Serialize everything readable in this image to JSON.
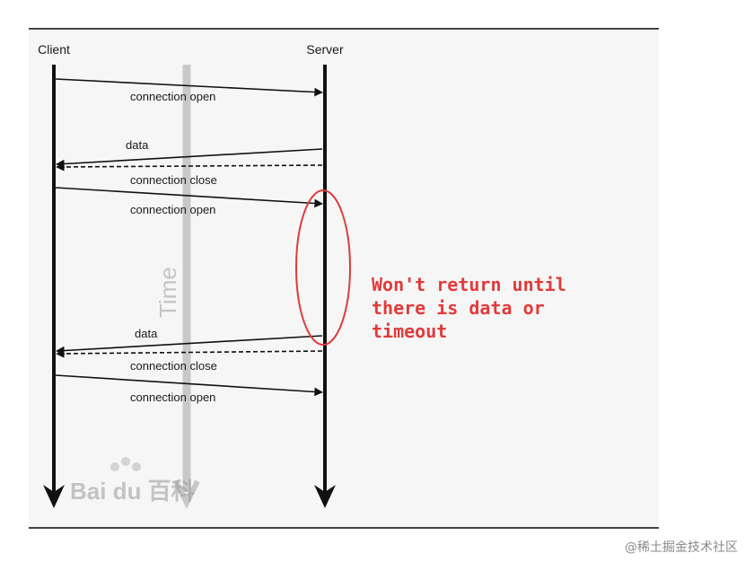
{
  "participants": {
    "client": "Client",
    "server": "Server"
  },
  "time_label": "Time",
  "messages": [
    {
      "label": "connection open",
      "direction": "client-to-server",
      "style": "solid"
    },
    {
      "label": "data",
      "direction": "server-to-client",
      "style": "solid"
    },
    {
      "label": "connection close",
      "direction": "server-to-client",
      "style": "dashed"
    },
    {
      "label": "connection open",
      "direction": "client-to-server",
      "style": "solid"
    },
    {
      "label": "data",
      "direction": "server-to-client",
      "style": "solid"
    },
    {
      "label": "connection close",
      "direction": "server-to-client",
      "style": "dashed"
    },
    {
      "label": "connection open",
      "direction": "client-to-server",
      "style": "solid"
    }
  ],
  "annotation": {
    "lines": [
      "Won't return until",
      "there is data or",
      "timeout"
    ],
    "color": "#e23a3a"
  },
  "watermark": {
    "brand": "Bai du 百科",
    "credit": "@稀土掘金技术社区"
  }
}
